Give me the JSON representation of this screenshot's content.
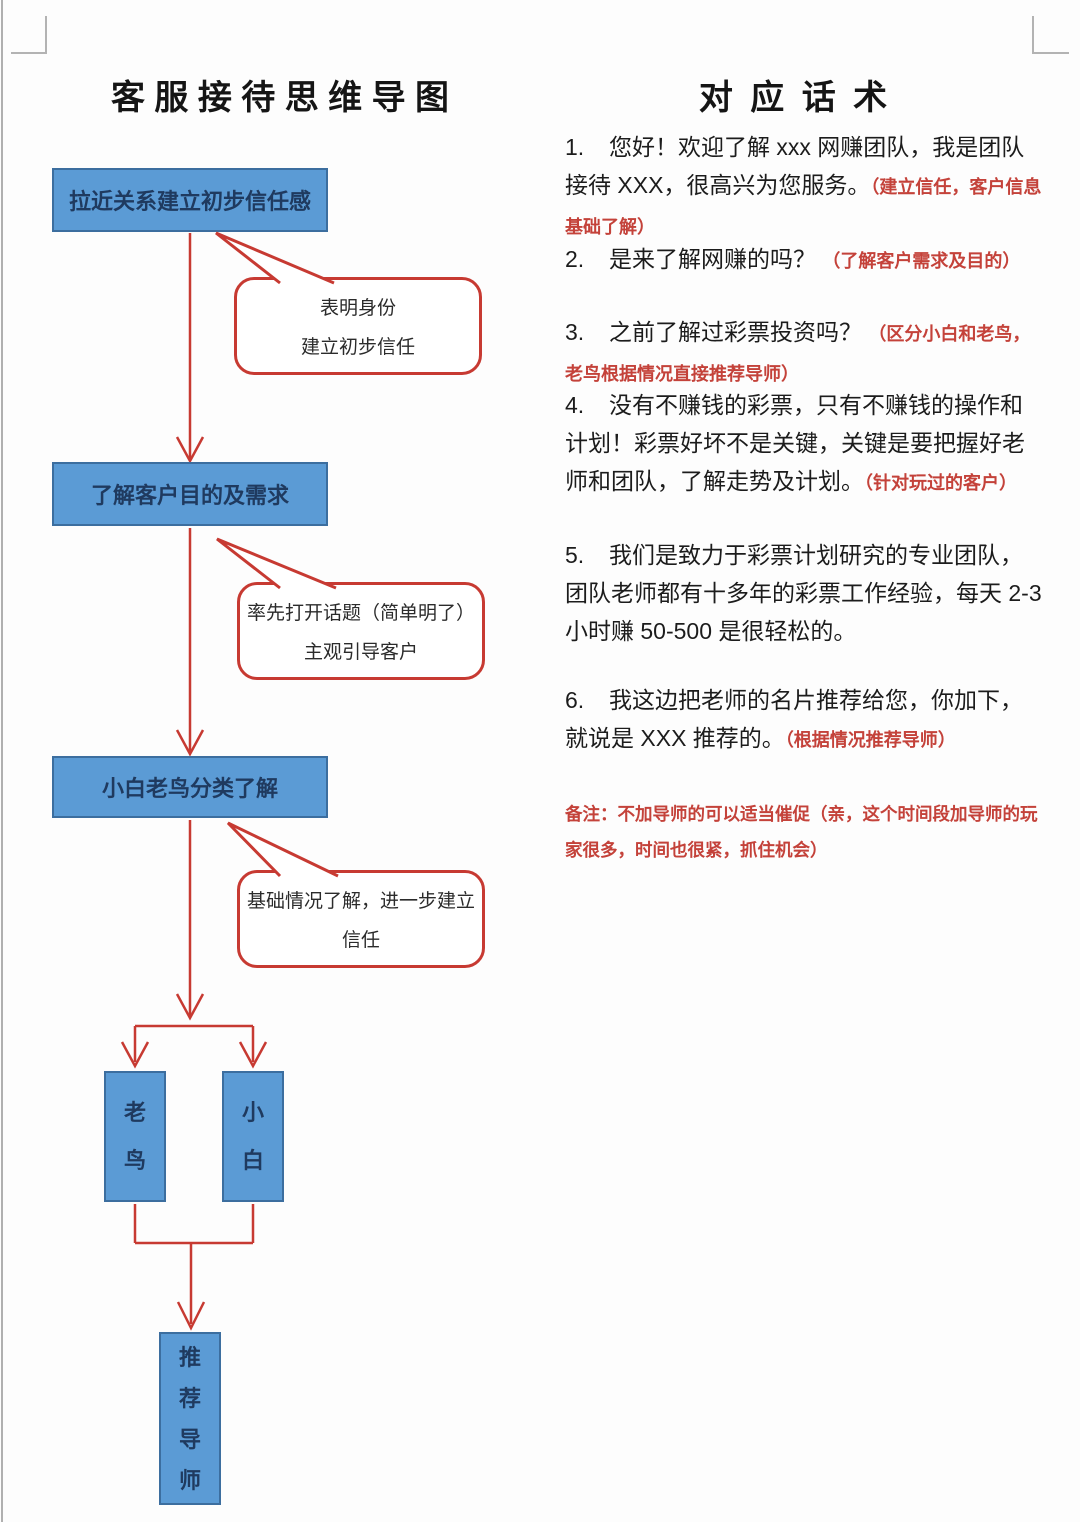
{
  "page": {
    "left_title": "客 服 接 待 思 维 导 图",
    "right_title": "对 应 话 术"
  },
  "flowchart": {
    "boxes": {
      "box1": "拉近关系建立初步信任感",
      "box2": "了解客户目的及需求",
      "box3": "小白老鸟分类了解",
      "branch_left": "老鸟",
      "branch_right": "小白",
      "final": "推荐导师"
    },
    "callouts": {
      "c1": {
        "line1": "表明身份",
        "line2": "建立初步信任"
      },
      "c2": {
        "line1": "率先打开话题（简单明了）",
        "line2": "主观引导客户"
      },
      "c3": {
        "line1": "基础情况了解，进一步建立",
        "line2": "信任"
      }
    },
    "colors": {
      "box_fill": "#5b9bd5",
      "box_border": "#3c6e9f",
      "box_text": "#1f3a5f",
      "accent_red": "#c73a32"
    }
  },
  "script_list": {
    "items": [
      {
        "num": "1.",
        "text": "您好！欢迎了解 xxx 网赚团队，我是团队接待 XXX，很高兴为您服务。",
        "note": "（建立信任，客户信息基础了解）"
      },
      {
        "num": "2.",
        "text": "是来了解网赚的吗？ ",
        "note": "（了解客户需求及目的）"
      },
      {
        "num": "3.",
        "text": "之前了解过彩票投资吗？ ",
        "note": "（区分小白和老鸟，老鸟根据情况直接推荐导师）"
      },
      {
        "num": "4.",
        "text": "没有不赚钱的彩票，只有不赚钱的操作和计划！彩票好坏不是关键，关键是要把握好老师和团队，了解走势及计划。",
        "note": "（针对玩过的客户）"
      },
      {
        "num": "5.",
        "text": "我们是致力于彩票计划研究的专业团队，团队老师都有十多年的彩票工作经验，每天 2-3 小时赚 50-500 是很轻松的。",
        "note": ""
      },
      {
        "num": "6.",
        "text": "我这边把老师的名片推荐给您，你加下，就说是 XXX 推荐的。",
        "note": "（根据情况推荐导师）"
      }
    ],
    "remark": "备注：不加导师的可以适当催促（亲，这个时间段加导师的玩家很多，时间也很紧，抓住机会）"
  }
}
